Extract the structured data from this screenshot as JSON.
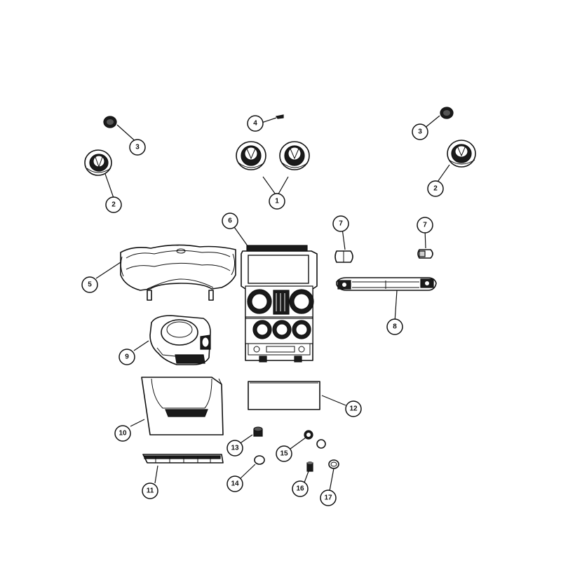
{
  "callouts": {
    "c1": "1",
    "c2a": "2",
    "c2b": "2",
    "c3a": "3",
    "c3b": "3",
    "c4": "4",
    "c5": "5",
    "c6": "6",
    "c7a": "7",
    "c7b": "7",
    "c8": "8",
    "c9": "9",
    "c10": "10",
    "c11": "11",
    "c12": "12",
    "c13": "13",
    "c14": "14",
    "c15": "15",
    "c16": "16",
    "c17": "17"
  },
  "colors": {
    "line": "#111111",
    "background": "#ffffff"
  }
}
